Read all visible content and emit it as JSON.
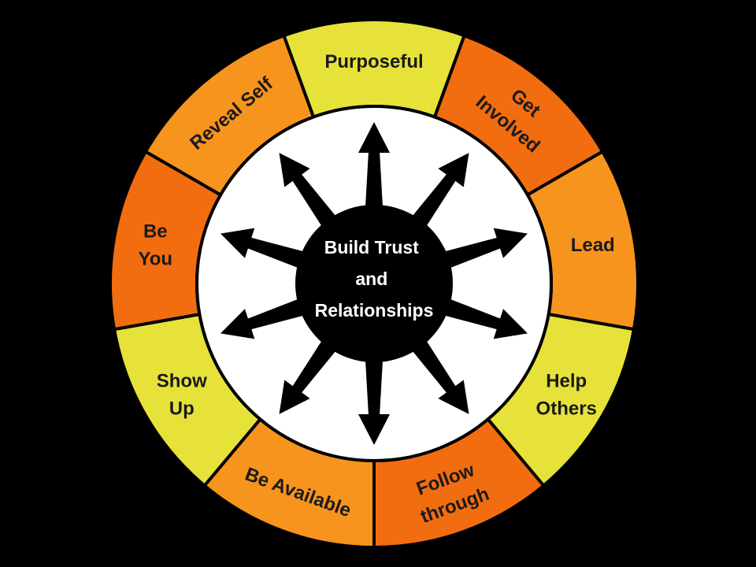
{
  "center": {
    "lines": [
      "Build Trust",
      "and",
      "Relationships"
    ]
  },
  "segments": [
    {
      "label_lines": [
        "Purposeful"
      ],
      "color": "#e6e23a"
    },
    {
      "label_lines": [
        "Get",
        "Involved"
      ],
      "color": "#f26d10"
    },
    {
      "label_lines": [
        "Lead"
      ],
      "color": "#f7941d"
    },
    {
      "label_lines": [
        "Help",
        "Others"
      ],
      "color": "#e6e23a"
    },
    {
      "label_lines": [
        "Follow",
        "through"
      ],
      "color": "#f26d10"
    },
    {
      "label_lines": [
        "Be Available"
      ],
      "color": "#f7941d"
    },
    {
      "label_lines": [
        "Show",
        "Up"
      ],
      "color": "#e6e23a"
    },
    {
      "label_lines": [
        "Be",
        "You"
      ],
      "color": "#f26d10"
    },
    {
      "label_lines": [
        "Reveal Self"
      ],
      "color": "#f7941d"
    }
  ],
  "colors": {
    "background": "#000000",
    "inner_ring": "#ffffff",
    "hub": "#000000",
    "arrows": "#000000",
    "outline": "#000000"
  },
  "arrow_count": 10
}
